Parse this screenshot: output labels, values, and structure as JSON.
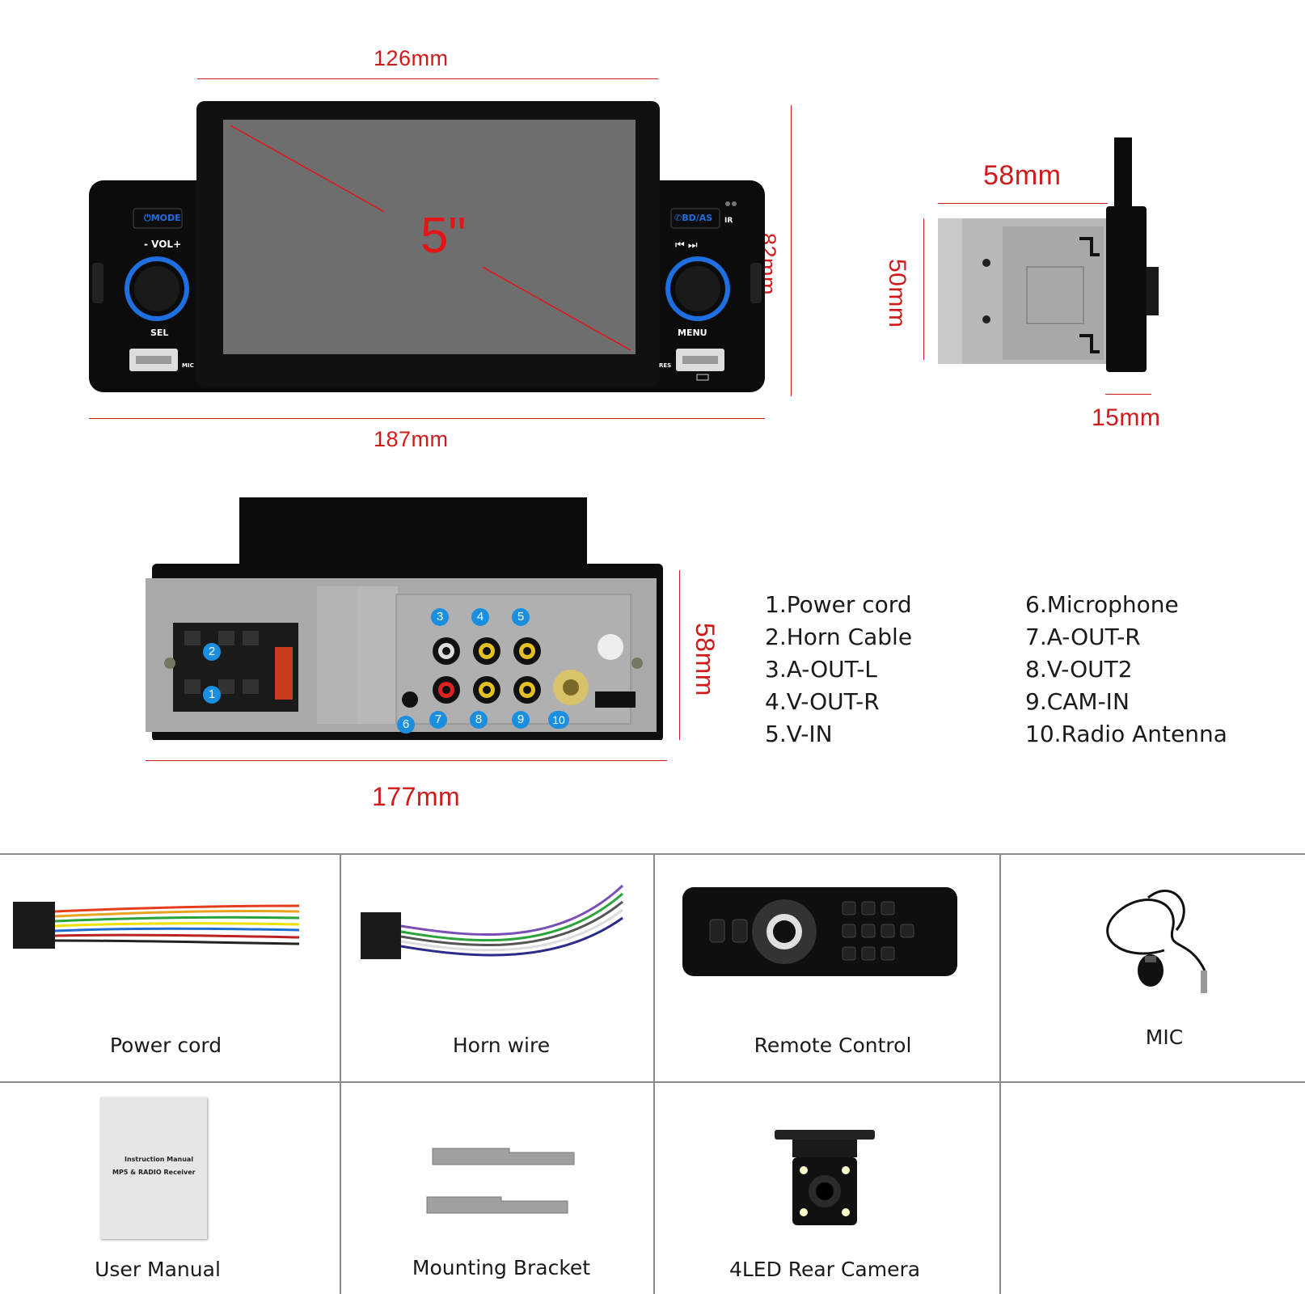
{
  "front": {
    "screen_size": "5\"",
    "width_top": "126mm",
    "height_right": "82mm",
    "width_bottom": "187mm",
    "left_panel": {
      "mode_label": "MODE",
      "vol_label": "- VOL+",
      "sel_label": "SEL",
      "mic_label": "MIC"
    },
    "right_panel": {
      "bdas_label": "BD/AS",
      "ir_label": "IR",
      "menu_label": "MENU",
      "res_label": "RES"
    }
  },
  "side": {
    "depth": "58mm",
    "height": "50mm",
    "faceplate": "15mm"
  },
  "rear": {
    "height": "58mm",
    "width": "177mm",
    "ports": [
      "1",
      "2",
      "3",
      "4",
      "5",
      "6",
      "7",
      "8",
      "9",
      "10"
    ]
  },
  "legend": {
    "left": [
      "1.Power cord",
      "2.Horn Cable",
      "3.A-OUT-L",
      "4.V-OUT-R",
      "5.V-IN"
    ],
    "right": [
      "6.Microphone",
      "7.A-OUT-R",
      "8.V-OUT2",
      "9.CAM-IN",
      "10.Radio Antenna"
    ]
  },
  "accessories": [
    {
      "label": "Power cord",
      "icon": "power-cord-icon"
    },
    {
      "label": "Horn wire",
      "icon": "horn-wire-icon"
    },
    {
      "label": "Remote Control",
      "icon": "remote-control-icon"
    },
    {
      "label": "MIC",
      "icon": "microphone-icon"
    },
    {
      "label": "User Manual",
      "icon": "user-manual-icon"
    },
    {
      "label": "Mounting Bracket",
      "icon": "mounting-bracket-icon"
    },
    {
      "label": "4LED Rear Camera",
      "icon": "rear-camera-icon"
    }
  ],
  "manual_text": {
    "title": "Instruction Manual",
    "subtitle": "MP5 & RADIO Receiver"
  },
  "colors": {
    "dimension": "#d11a1a",
    "knob_ring": "#1e6fe0",
    "port_badge": "#1a8fe0"
  }
}
